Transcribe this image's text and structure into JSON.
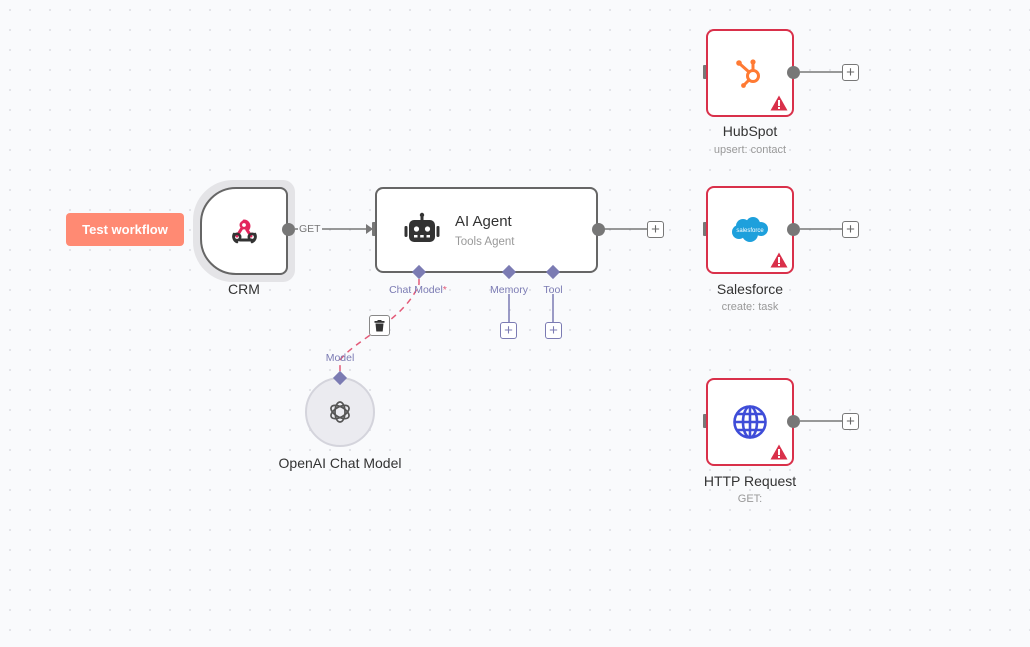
{
  "canvas": {
    "test_button": "Test workflow",
    "connection_label": "GET"
  },
  "nodes": {
    "crm": {
      "name": "CRM",
      "icon": "webhook-icon"
    },
    "agent": {
      "name": "AI Agent",
      "subtitle": "Tools Agent",
      "icon": "robot-icon",
      "ports": {
        "chat_model": "Chat Model",
        "required_marker": "*",
        "memory": "Memory",
        "tool": "Tool"
      }
    },
    "openai": {
      "name": "OpenAI Chat Model",
      "port": "Model",
      "icon": "openai-icon"
    },
    "hubspot": {
      "name": "HubSpot",
      "subtitle": "upsert: contact",
      "icon": "hubspot-icon",
      "status": "warning"
    },
    "salesforce": {
      "name": "Salesforce",
      "subtitle": "create: task",
      "icon": "salesforce-icon",
      "logo_text": "salesforce",
      "status": "warning"
    },
    "http": {
      "name": "HTTP Request",
      "subtitle": "GET:",
      "icon": "globe-icon",
      "status": "warning"
    }
  },
  "plus_symbol": "+",
  "colors": {
    "accent": "#ff8a73",
    "error": "#d9304a",
    "ai_port": "#7b7bb3",
    "hubspot": "#ff7a33",
    "salesforce": "#1ea0dc",
    "http": "#3f4dd8",
    "webhook_pink": "#e3265d"
  }
}
